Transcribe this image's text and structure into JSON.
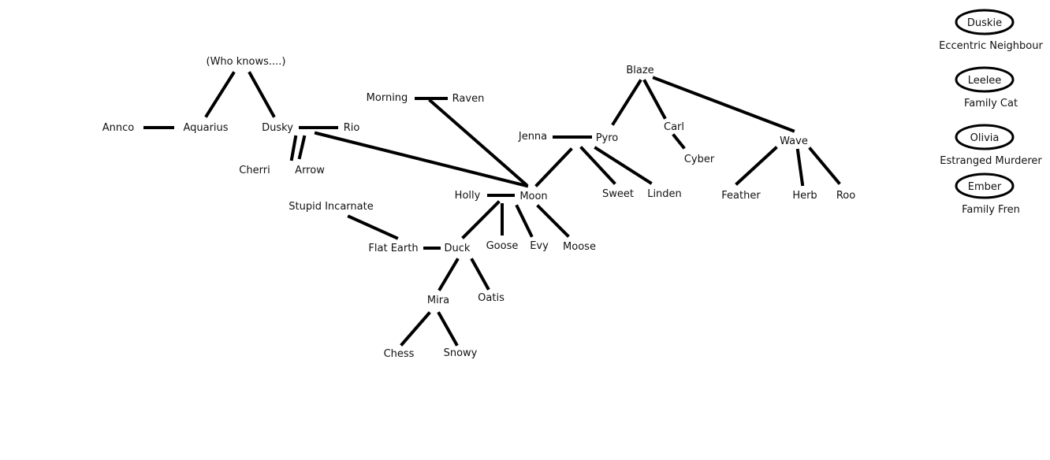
{
  "nodes": [
    {
      "id": "who_knows",
      "label": "(Who knows....)"
    },
    {
      "id": "annco",
      "label": "Annco"
    },
    {
      "id": "aquarius",
      "label": "Aquarius"
    },
    {
      "id": "dusky",
      "label": "Dusky"
    },
    {
      "id": "rio",
      "label": "Rio"
    },
    {
      "id": "cherri",
      "label": "Cherri"
    },
    {
      "id": "arrow",
      "label": "Arrow"
    },
    {
      "id": "morning",
      "label": "Morning"
    },
    {
      "id": "raven",
      "label": "Raven"
    },
    {
      "id": "holly",
      "label": "Holly"
    },
    {
      "id": "moon",
      "label": "Moon"
    },
    {
      "id": "stupid_incarnate",
      "label": "Stupid Incarnate"
    },
    {
      "id": "flat_earth",
      "label": "Flat Earth"
    },
    {
      "id": "duck",
      "label": "Duck"
    },
    {
      "id": "goose",
      "label": "Goose"
    },
    {
      "id": "evy",
      "label": "Evy"
    },
    {
      "id": "moose",
      "label": "Moose"
    },
    {
      "id": "mira",
      "label": "Mira"
    },
    {
      "id": "oatis",
      "label": "Oatis"
    },
    {
      "id": "chess",
      "label": "Chess"
    },
    {
      "id": "snowy",
      "label": "Snowy"
    },
    {
      "id": "blaze",
      "label": "Blaze"
    },
    {
      "id": "jenna",
      "label": "Jenna"
    },
    {
      "id": "pyro",
      "label": "Pyro"
    },
    {
      "id": "carl",
      "label": "Carl"
    },
    {
      "id": "cyber",
      "label": "Cyber"
    },
    {
      "id": "wave",
      "label": "Wave"
    },
    {
      "id": "sweet",
      "label": "Sweet"
    },
    {
      "id": "linden",
      "label": "Linden"
    },
    {
      "id": "feather",
      "label": "Feather"
    },
    {
      "id": "herb",
      "label": "Herb"
    },
    {
      "id": "roo",
      "label": "Roo"
    }
  ],
  "edges": [
    {
      "from": "annco",
      "to": "aquarius",
      "kind": "partner"
    },
    {
      "from": "dusky",
      "to": "rio",
      "kind": "partner"
    },
    {
      "from": "morning",
      "to": "raven",
      "kind": "partner"
    },
    {
      "from": "holly",
      "to": "moon",
      "kind": "partner"
    },
    {
      "from": "flat_earth",
      "to": "duck",
      "kind": "partner"
    },
    {
      "from": "jenna",
      "to": "pyro",
      "kind": "partner"
    },
    {
      "from": "who_knows",
      "to": "aquarius",
      "kind": "parent"
    },
    {
      "from": "who_knows",
      "to": "dusky",
      "kind": "parent"
    },
    {
      "from": "dusky",
      "to": "cherri",
      "kind": "parent"
    },
    {
      "from": "dusky",
      "to": "arrow",
      "kind": "parent"
    },
    {
      "from": "dusky",
      "to": "moon",
      "kind": "parent"
    },
    {
      "from": "morning",
      "to": "moon",
      "kind": "parent"
    },
    {
      "from": "moon",
      "to": "duck",
      "kind": "parent"
    },
    {
      "from": "moon",
      "to": "goose",
      "kind": "parent"
    },
    {
      "from": "moon",
      "to": "evy",
      "kind": "parent"
    },
    {
      "from": "moon",
      "to": "moose",
      "kind": "parent"
    },
    {
      "from": "stupid_incarnate",
      "to": "flat_earth",
      "kind": "parent"
    },
    {
      "from": "duck",
      "to": "mira",
      "kind": "parent"
    },
    {
      "from": "duck",
      "to": "oatis",
      "kind": "parent"
    },
    {
      "from": "mira",
      "to": "chess",
      "kind": "parent"
    },
    {
      "from": "mira",
      "to": "snowy",
      "kind": "parent"
    },
    {
      "from": "pyro",
      "to": "moon",
      "kind": "parent"
    },
    {
      "from": "blaze",
      "to": "pyro",
      "kind": "parent"
    },
    {
      "from": "blaze",
      "to": "carl",
      "kind": "parent"
    },
    {
      "from": "blaze",
      "to": "wave",
      "kind": "parent"
    },
    {
      "from": "carl",
      "to": "cyber",
      "kind": "parent"
    },
    {
      "from": "pyro",
      "to": "sweet",
      "kind": "parent"
    },
    {
      "from": "pyro",
      "to": "linden",
      "kind": "parent"
    },
    {
      "from": "wave",
      "to": "feather",
      "kind": "parent"
    },
    {
      "from": "wave",
      "to": "herb",
      "kind": "parent"
    },
    {
      "from": "wave",
      "to": "roo",
      "kind": "parent"
    }
  ],
  "legend": [
    {
      "name": "Duskie",
      "desc": "Eccentric Neighbour"
    },
    {
      "name": "Leelee",
      "desc": "Family Cat"
    },
    {
      "name": "Olivia",
      "desc": "Estranged Murderer"
    },
    {
      "name": "Ember",
      "desc": "Family Fren"
    }
  ]
}
